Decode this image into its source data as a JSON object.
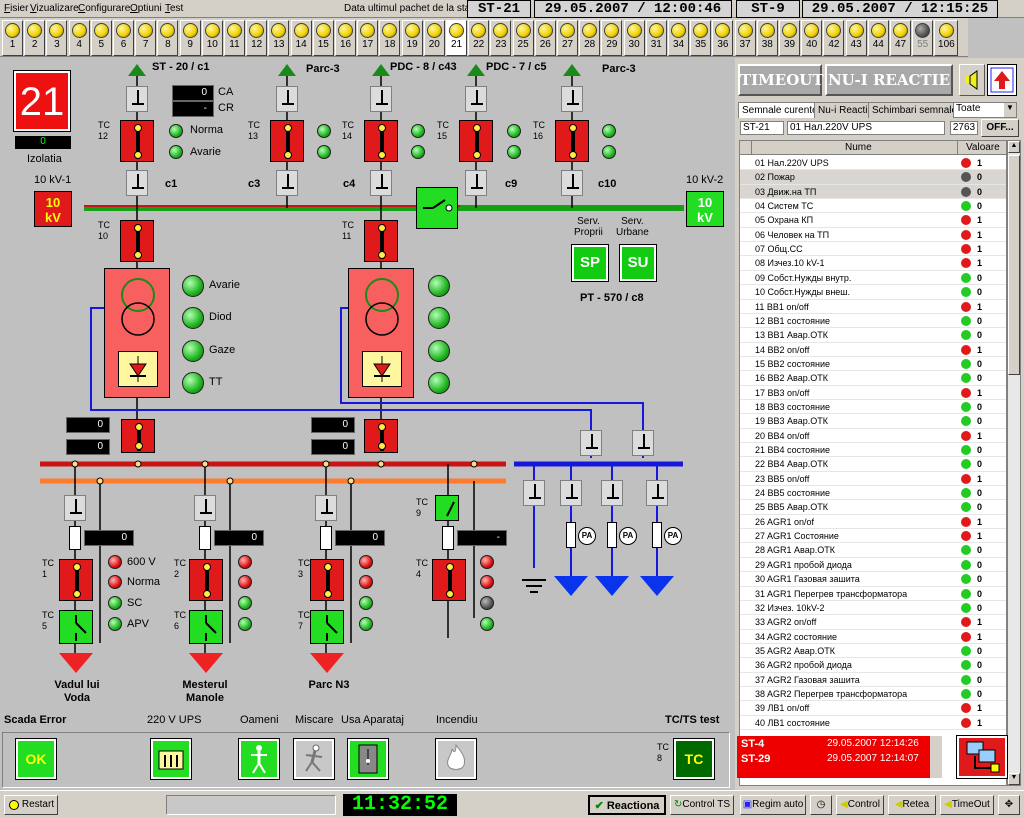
{
  "menu": {
    "items": [
      "Fisier",
      "Vizualizare",
      "Configurare",
      "Optiuni",
      "Test"
    ],
    "last_packet_label": "Data ultimul pachet de la statia:"
  },
  "header": {
    "st1": "ST-21",
    "dt1": "29.05.2007 / 12:00:46",
    "st2": "ST-9",
    "dt2": "29.05.2007 / 12:15:25"
  },
  "stations": [
    {
      "n": "1",
      "c": "y"
    },
    {
      "n": "2",
      "c": "y"
    },
    {
      "n": "3",
      "c": "y"
    },
    {
      "n": "4",
      "c": "y"
    },
    {
      "n": "5",
      "c": "y"
    },
    {
      "n": "6",
      "c": "y"
    },
    {
      "n": "7",
      "c": "y"
    },
    {
      "n": "8",
      "c": "y"
    },
    {
      "n": "9",
      "c": "y"
    },
    {
      "n": "10",
      "c": "y"
    },
    {
      "n": "11",
      "c": "y"
    },
    {
      "n": "12",
      "c": "y"
    },
    {
      "n": "13",
      "c": "y"
    },
    {
      "n": "14",
      "c": "y"
    },
    {
      "n": "15",
      "c": "y"
    },
    {
      "n": "16",
      "c": "y"
    },
    {
      "n": "17",
      "c": "y"
    },
    {
      "n": "18",
      "c": "y"
    },
    {
      "n": "19",
      "c": "y"
    },
    {
      "n": "20",
      "c": "y"
    },
    {
      "n": "21",
      "c": "y",
      "sel": true
    },
    {
      "n": "22",
      "c": "y"
    },
    {
      "n": "23",
      "c": "y"
    },
    {
      "n": "25",
      "c": "y"
    },
    {
      "n": "26",
      "c": "y"
    },
    {
      "n": "27",
      "c": "y"
    },
    {
      "n": "28",
      "c": "y"
    },
    {
      "n": "29",
      "c": "y"
    },
    {
      "n": "30",
      "c": "y"
    },
    {
      "n": "31",
      "c": "y"
    },
    {
      "n": "34",
      "c": "y"
    },
    {
      "n": "35",
      "c": "y"
    },
    {
      "n": "36",
      "c": "y"
    },
    {
      "n": "37",
      "c": "y"
    },
    {
      "n": "38",
      "c": "y"
    },
    {
      "n": "39",
      "c": "y"
    },
    {
      "n": "40",
      "c": "y"
    },
    {
      "n": "42",
      "c": "y"
    },
    {
      "n": "43",
      "c": "y"
    },
    {
      "n": "44",
      "c": "y"
    },
    {
      "n": "47",
      "c": "y"
    },
    {
      "n": "55",
      "c": "k"
    },
    {
      "n": "106",
      "c": "y"
    }
  ],
  "scada": {
    "station_no": "21",
    "isolation_value": "0",
    "isolation_label": "Izolatia",
    "feeds": [
      "ST - 20 / c1",
      "Parc-3",
      "PDC - 8 / c43",
      "PDC - 7 / c5",
      "Parc-3"
    ],
    "ca_label": "CA",
    "ca_value": "0",
    "cr_label": "CR",
    "cr_value": "-",
    "norma": "Norma",
    "avarie": "Avarie",
    "tc_top": [
      "TC\n12",
      "TC\n13",
      "TC\n14",
      "TC\n15",
      "TC\n16"
    ],
    "cells": [
      "c1",
      "c3",
      "c4",
      "c9",
      "c10"
    ],
    "kv1_label": "10 kV-1",
    "kv2_label": "10 kV-2",
    "kv_btn": "10\nkV",
    "tc10": "TC\n10",
    "tc11": "TC\n11",
    "serv_proprii": "Serv.\nProprii",
    "serv_urbane": "Serv.\nUrbane",
    "sp": "SP",
    "su": "SU",
    "pt": "PT - 570 / c8",
    "trafo_lamps": [
      "Avarie",
      "Diod",
      "Gaze",
      "TT"
    ],
    "meters": [
      "0",
      "0",
      "0",
      "0"
    ],
    "feeder_displays": [
      "0",
      "0",
      "0",
      "-"
    ],
    "tc_feed": [
      "TC\n1",
      "TC\n2",
      "TC\n3",
      "TC\n4"
    ],
    "tc_feed2": [
      "TC\n5",
      "TC\n6",
      "TC\n7"
    ],
    "tc9": "TC\n9",
    "feed_lamps": [
      "600 V",
      "Norma",
      "SC",
      "APV"
    ],
    "pa": "PA",
    "feeder_names": [
      "Vadul lui\nVoda",
      "Mesterul\nManole",
      "Parc N3"
    ]
  },
  "bottom": {
    "scada_error": "Scada Error",
    "ups": "220 V UPS",
    "oameni": "Oameni",
    "miscare": "Miscare",
    "usa": "Usa Aparataj",
    "incendiu": "Incendiu",
    "tcts": "TC/TS test",
    "ok": "OK",
    "tc8": "TC\n8",
    "tc": "TC"
  },
  "right": {
    "timeout": "TIMEOUT",
    "nu_reactie": "NU-I REACTIE",
    "tabs": [
      "Semnale curente",
      "Nu-i Reactie",
      "Schimbari semnale"
    ],
    "filter": "Toate",
    "sel_station": "ST-21",
    "sel_signal": "01 Нал.220V UPS",
    "sel_count": "2763",
    "off_btn": "OFF...",
    "col_name": "Nume",
    "col_value": "Valoare",
    "signals": [
      [
        "01 Нал.220V UPS",
        "r",
        "1"
      ],
      [
        "02 Пожар",
        "k",
        "0"
      ],
      [
        "03 Движ.на ТП",
        "k",
        "0"
      ],
      [
        "04 Систем ТС",
        "g",
        "0"
      ],
      [
        "05 Охрана КП",
        "r",
        "1"
      ],
      [
        "06 Человек на ТП",
        "r",
        "1"
      ],
      [
        "07 Общ.СС",
        "r",
        "1"
      ],
      [
        "08 Изчез.10 kV-1",
        "r",
        "1"
      ],
      [
        "09 Собст.Нужды внутр.",
        "g",
        "0"
      ],
      [
        "10 Собст.Нужды внеш.",
        "g",
        "0"
      ],
      [
        "11 ВВ1 on/off",
        "r",
        "1"
      ],
      [
        "12 ВВ1 состояние",
        "g",
        "0"
      ],
      [
        "13 ВВ1 Авар.ОТК",
        "g",
        "0"
      ],
      [
        "14 ВВ2 on/off",
        "r",
        "1"
      ],
      [
        "15 ВВ2 состояние",
        "g",
        "0"
      ],
      [
        "16 ВВ2 Авар.ОТК",
        "g",
        "0"
      ],
      [
        "17  ВВ3 on/off",
        "r",
        "1"
      ],
      [
        "18 ВВ3 состояние",
        "g",
        "0"
      ],
      [
        "19  ВВ3 Авар.ОТК",
        "g",
        "0"
      ],
      [
        "20 ВВ4 on/off",
        "r",
        "1"
      ],
      [
        "21 ВВ4 состояние",
        "g",
        "0"
      ],
      [
        "22 ВВ4 Авар.ОТК",
        "g",
        "0"
      ],
      [
        "23 ВВ5 on/off",
        "r",
        "1"
      ],
      [
        "24 ВВ5 состояние",
        "g",
        "0"
      ],
      [
        "25 ВВ5 Авар.ОТК",
        "g",
        "0"
      ],
      [
        "26 AGR1 on/of",
        "r",
        "1"
      ],
      [
        "27 AGR1 Состояние",
        "r",
        "1"
      ],
      [
        "28 AGR1 Авар.ОТК",
        "g",
        "0"
      ],
      [
        "29 AGR1 пробой диода",
        "g",
        "0"
      ],
      [
        "30 AGR1 Газовая зашита",
        "g",
        "0"
      ],
      [
        "31 AGR1 Перегрев трансформатора",
        "g",
        "0"
      ],
      [
        "32 Изчез. 10kV-2",
        "g",
        "0"
      ],
      [
        "33 AGR2 on/off",
        "r",
        "1"
      ],
      [
        "34 AGR2 состояние",
        "r",
        "1"
      ],
      [
        "35 AGR2 Авар.ОТК",
        "g",
        "0"
      ],
      [
        "36 AGR2 пробой диода",
        "g",
        "0"
      ],
      [
        "37 AGR2 Газовая зашита",
        "g",
        "0"
      ],
      [
        "38 AGR2 Перегрев трансформатора",
        "g",
        "0"
      ],
      [
        "39 ЛВ1 on/off",
        "r",
        "1"
      ],
      [
        "40 ЛВ1 состояние",
        "r",
        "1"
      ]
    ],
    "alarms": [
      [
        "ST-4",
        "29.05.2007 12:14:26"
      ],
      [
        "ST-29",
        "29.05.2007 12:14:07"
      ]
    ]
  },
  "status": {
    "restart": "Restart",
    "clock": "11:32:52",
    "reactiona": "Reactiona",
    "control_ts": "Control TS",
    "regim": "Regim auto",
    "control": "Control",
    "retea": "Retea",
    "timeout": "TimeOut"
  },
  "colors": {
    "green": "#22dd22",
    "red": "#e01a1a",
    "busgreen": "#15a015",
    "busred": "#c81414",
    "busorange": "#ff7b2e",
    "busblue": "#1818dd"
  }
}
